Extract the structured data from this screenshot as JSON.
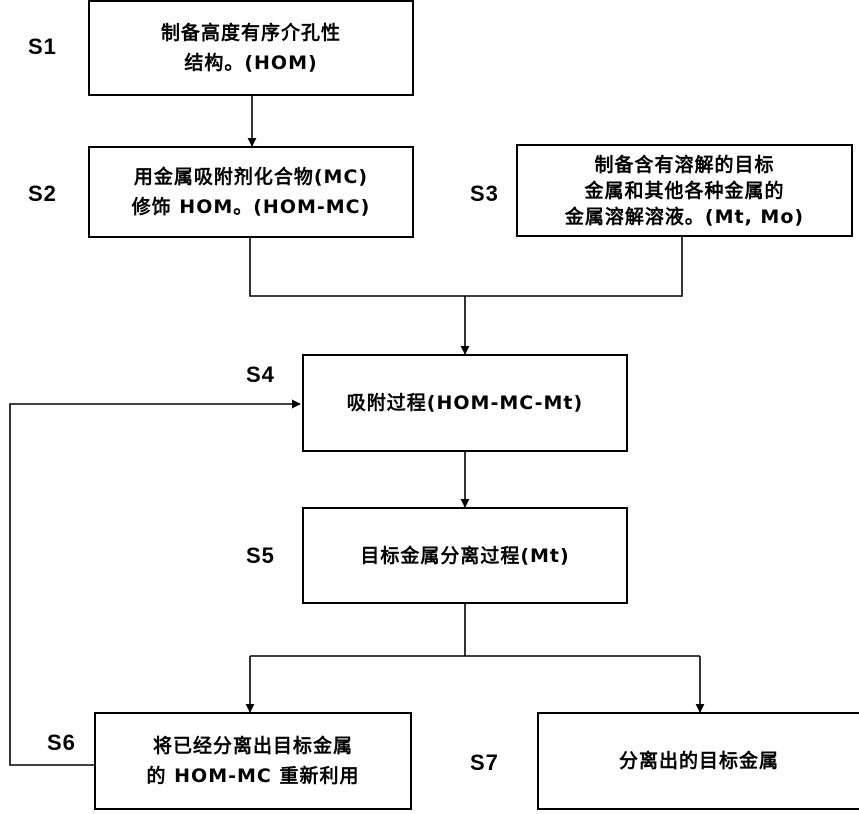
{
  "steps": {
    "s1": {
      "label": "S1",
      "lines": [
        "制备高度有序介孔性",
        "结构。(HOM)"
      ]
    },
    "s2": {
      "label": "S2",
      "lines": [
        "用金属吸附剂化合物(MC)",
        "修饰 HOM。(HOM-MC)"
      ]
    },
    "s3": {
      "label": "S3",
      "lines": [
        "制备含有溶解的目标",
        "金属和其他各种金属的",
        "金属溶解溶液。(Mt, Mo)"
      ]
    },
    "s4": {
      "label": "S4",
      "lines": [
        "吸附过程(HOM-MC-Mt)"
      ]
    },
    "s5": {
      "label": "S5",
      "lines": [
        "目标金属分离过程(Mt)"
      ]
    },
    "s6": {
      "label": "S6",
      "lines": [
        "将已经分离出目标金属",
        "的 HOM-MC 重新利用"
      ]
    },
    "s7": {
      "label": "S7",
      "lines": [
        "分离出的目标金属"
      ]
    }
  }
}
